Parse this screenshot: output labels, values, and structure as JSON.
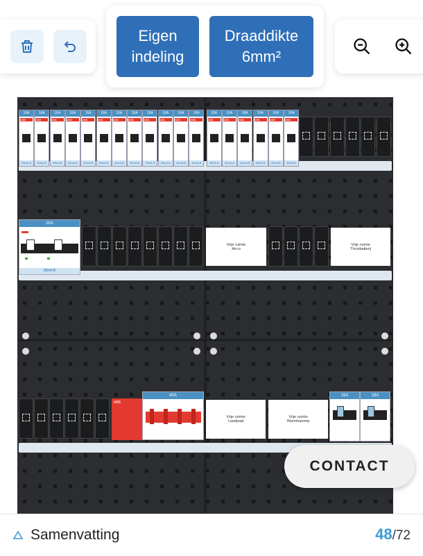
{
  "toolbar": {
    "delete_icon": "trash-icon",
    "undo_icon": "undo-icon",
    "layout_button": "Eigen\nindeling",
    "wire_button": "Draaddikte\n6mm²",
    "zoom_out_icon": "zoom-out-icon",
    "zoom_in_icon": "zoom-in-icon"
  },
  "panel": {
    "row1_breaker_rating": "16A",
    "row1_breaker_count": 18,
    "row1_rcd_label": "30mA B",
    "row2_big_rcd_rating": "16A",
    "row2_big_rcd_label": "30mA B",
    "free_space_airco": "Vrije ruimte\nAirco",
    "free_space_battery": "Vrije ruimte\nThuisbatterij",
    "row3_main_rating": "40A",
    "free_space_charger": "Vrije ruimte\nLaadpaal",
    "free_space_heatpump": "Vrije ruimte\nWarmtepomp",
    "row3_right_rating_1": "16A",
    "row3_right_rating_2": "16A",
    "brand_text": "ABB",
    "colors": {
      "panel": "#2b2d30",
      "breaker_header": "#4a90c2",
      "accent_blue": "#2f6fb8",
      "surge_red": "#e23a30"
    }
  },
  "contact_button": "CONTACT",
  "footer": {
    "summary_icon": "triangle-up-icon",
    "summary_label": "Samenvatting",
    "step_current": "48",
    "step_total": "/72"
  }
}
